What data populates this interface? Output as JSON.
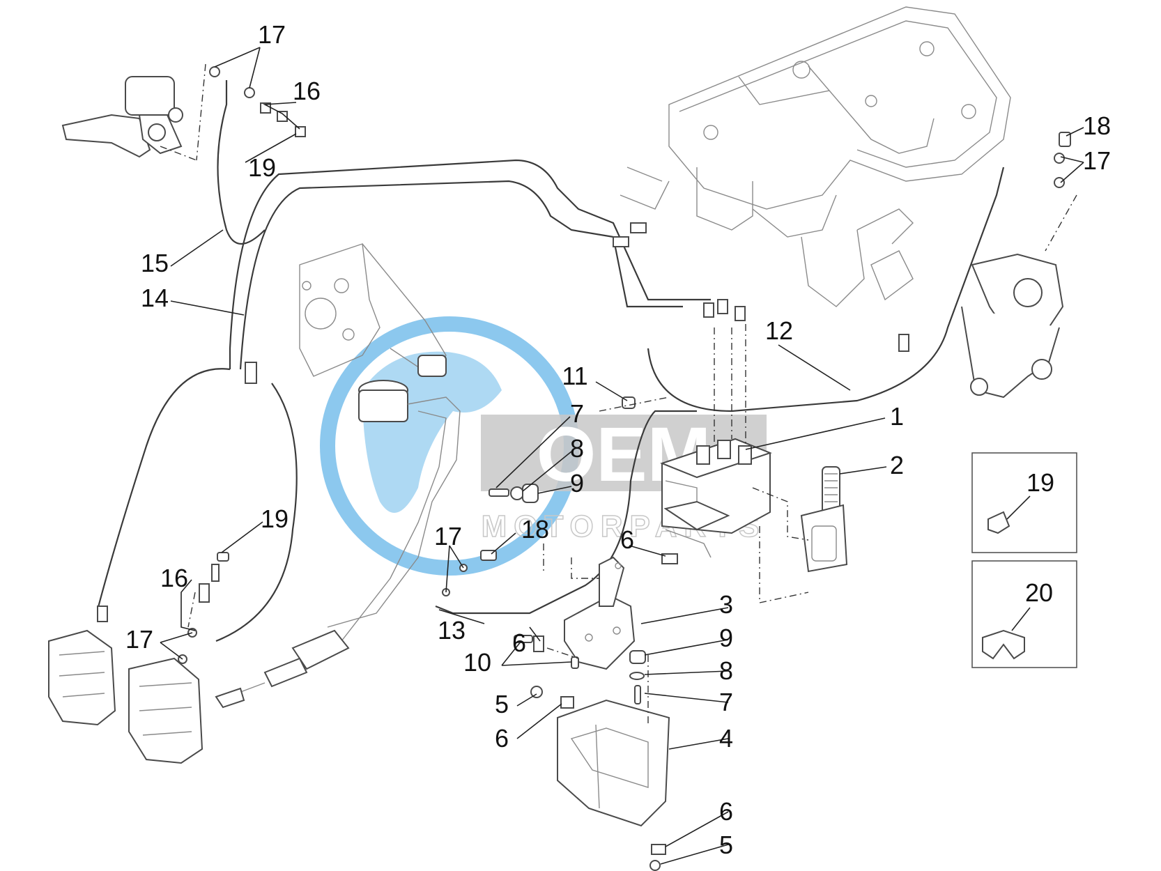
{
  "watermark": {
    "logo_text": "OEM",
    "sub_text": "MOTORPARTS",
    "globe_color": "#2e9be0",
    "logo_color": "#9a9a9a"
  },
  "callouts": {
    "c1": "1",
    "c2": "2",
    "c3": "3",
    "c4": "4",
    "c5a": "5",
    "c5b": "5",
    "c6a": "6",
    "c6b": "6",
    "c6c": "6",
    "c6d": "6",
    "c7a": "7",
    "c7b": "7",
    "c8a": "8",
    "c8b": "8",
    "c9a": "9",
    "c9b": "9",
    "c10": "10",
    "c11": "11",
    "c12": "12",
    "c13": "13",
    "c14": "14",
    "c15": "15",
    "c16a": "16",
    "c16b": "16",
    "c17a": "17",
    "c17b": "17",
    "c17c": "17",
    "c17d": "17",
    "c18a": "18",
    "c18b": "18",
    "c19a": "19",
    "c19b": "19",
    "c19c": "19",
    "c20": "20"
  },
  "inset_boxes": {
    "box19_label": "19",
    "box20_label": "20"
  }
}
